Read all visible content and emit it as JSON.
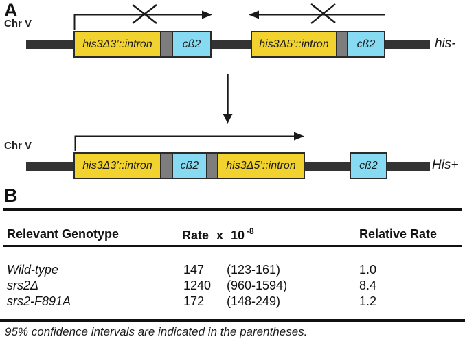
{
  "panel_a": {
    "label": "A",
    "top_row": {
      "chr_label": "Chr V",
      "construct1": {
        "gene": "his3Δ3’::intron",
        "marker": "cß2"
      },
      "construct2": {
        "gene": "his3Δ5’::intron",
        "marker": "cß2"
      },
      "state_label": "his-"
    },
    "bottom_row": {
      "chr_label": "Chr V",
      "construct": {
        "gene1": "his3Δ3’::intron",
        "marker1": "cß2",
        "gene2": "his3Δ5’::intron"
      },
      "distal_marker": "cß2",
      "state_label": "His+"
    },
    "colors": {
      "gene_box": "#f2d22e",
      "marker_box": "#86dbf3",
      "spacer_box": "#7d7d7d",
      "chromosome": "#333333"
    }
  },
  "panel_b": {
    "label": "B",
    "table": {
      "headers": {
        "genotype": "Relevant Genotype",
        "rate_base": "Rate x 10",
        "rate_exponent": "-8",
        "relative": "Relative Rate"
      },
      "rows": [
        {
          "genotype": "Wild-type",
          "rate": "147",
          "ci": "(123-161)",
          "relative_rate": "1.0"
        },
        {
          "genotype": "srs2Δ",
          "rate": "1240",
          "ci": "(960-1594)",
          "relative_rate": "8.4"
        },
        {
          "genotype": "srs2-F891A",
          "rate": "172",
          "ci": "(148-249)",
          "relative_rate": "1.2"
        }
      ]
    },
    "footnote": "95% confidence intervals are indicated in the parentheses."
  }
}
